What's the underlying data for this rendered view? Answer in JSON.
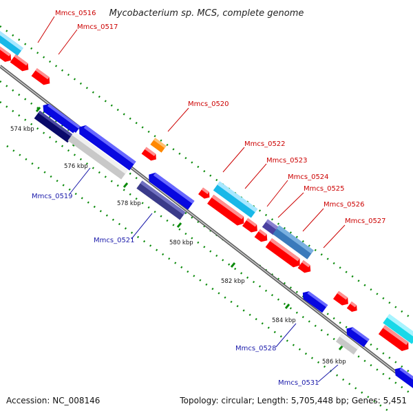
{
  "title": "Mycobacterium sp. MCS, complete genome",
  "footer": {
    "accession": "Accession: NC_008146",
    "summary": "Topology: circular; Length: 5,705,448 bp; Genes: 5,451"
  },
  "colors": {
    "forward_label": "#cc0000",
    "reverse_label": "#1a1aaa",
    "backbone": "#8c8c8c",
    "dots": "#0a8a0a"
  },
  "ticks": [
    "574 kbp",
    "576 kbp",
    "578 kbp",
    "580 kbp",
    "582 kbp",
    "584 kbp",
    "586 kbp"
  ],
  "gene_labels": {
    "g0516": "Mmcs_0516",
    "g0517": "Mmcs_0517",
    "g0519": "Mmcs_0519",
    "g0520": "Mmcs_0520",
    "g0521": "Mmcs_0521",
    "g0522": "Mmcs_0522",
    "g0523": "Mmcs_0523",
    "g0524": "Mmcs_0524",
    "g0525": "Mmcs_0525",
    "g0526": "Mmcs_0526",
    "g0527": "Mmcs_0527",
    "g0528": "Mmcs_0528",
    "g0531": "Mmcs_0531"
  }
}
